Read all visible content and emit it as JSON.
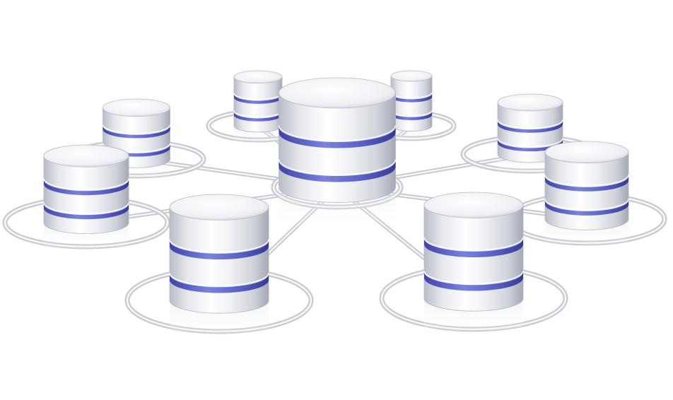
{
  "scene": {
    "subject": "database-network-illustration",
    "background_color": "#ffffff",
    "colors": {
      "metal_light": "#fbfbfd",
      "metal_mid": "#d9dbe3",
      "metal_dark": "#9ea2ae",
      "band": "#5a62c8",
      "band_dark": "#3d44a6",
      "ring": "#c8cad2"
    },
    "nodes": [
      {
        "id": "hub",
        "role": "hub",
        "icon": "database-icon",
        "bands": 2
      },
      {
        "id": "back-left",
        "role": "satellite",
        "icon": "database-icon",
        "bands": 2
      },
      {
        "id": "back-right",
        "role": "satellite",
        "icon": "database-icon",
        "bands": 2
      },
      {
        "id": "upper-left",
        "role": "satellite",
        "icon": "database-icon",
        "bands": 2
      },
      {
        "id": "upper-right",
        "role": "satellite",
        "icon": "database-icon",
        "bands": 2
      },
      {
        "id": "left",
        "role": "satellite",
        "icon": "database-icon",
        "bands": 2
      },
      {
        "id": "right",
        "role": "satellite",
        "icon": "database-icon",
        "bands": 2
      },
      {
        "id": "front-left",
        "role": "satellite",
        "icon": "database-icon",
        "bands": 2
      },
      {
        "id": "front-right",
        "role": "satellite",
        "icon": "database-icon",
        "bands": 2
      }
    ]
  }
}
